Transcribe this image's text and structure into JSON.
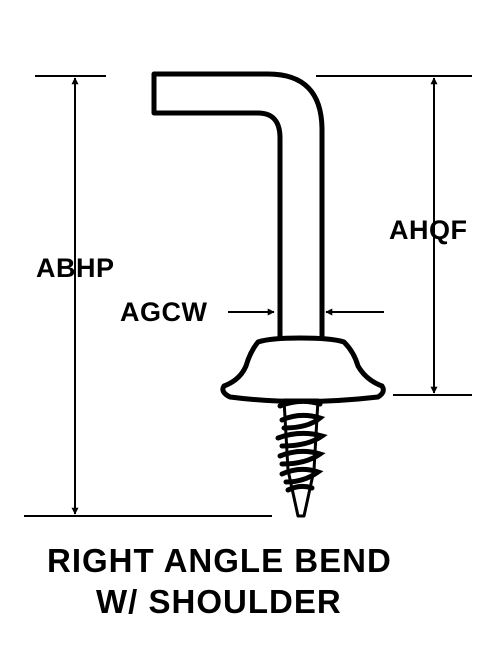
{
  "labels": {
    "overall_height": "ABHP",
    "shoulder_height": "AHQF",
    "wire_width": "AGCW"
  },
  "caption": {
    "line1": "RIGHT ANGLE BEND",
    "line2": "W/ SHOULDER"
  },
  "colors": {
    "ink": "#000000",
    "paper": "#ffffff"
  }
}
